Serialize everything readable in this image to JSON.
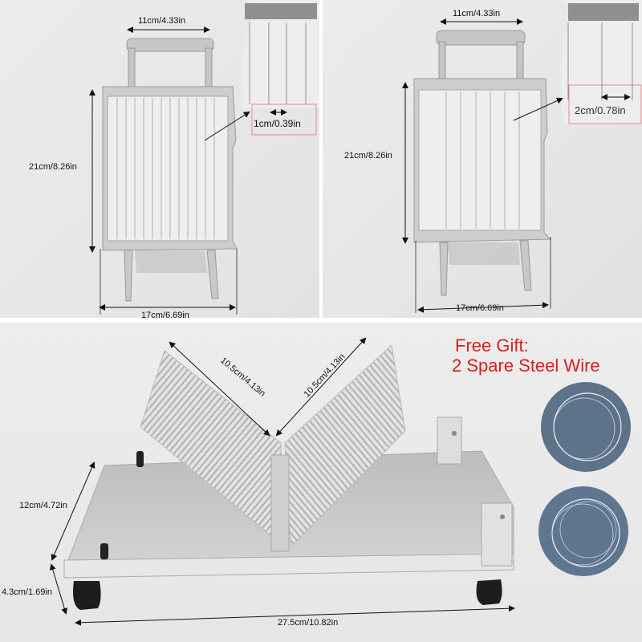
{
  "panels": [
    {
      "name": "slicer-1cm",
      "labels": {
        "top_width": "11cm/4.33in",
        "height": "21cm/8.26in",
        "bottom_width": "17cm/6.69in",
        "wire_spacing": "1cm/0.39in"
      }
    },
    {
      "name": "slicer-2cm",
      "labels": {
        "top_width": "11cm/4.33in",
        "height": "21cm/8.26in",
        "bottom_width": "17cm/6.69in",
        "wire_spacing": "2cm/0.78in"
      }
    },
    {
      "name": "slicer-base-v-blade",
      "labels": {
        "blade_left": "10.5cm/4.13in",
        "blade_right": "10.5cm/4.13in",
        "depth": "12cm/4.72in",
        "height": "4.3cm/1.69in",
        "length": "27.5cm/10.82in"
      },
      "gift": {
        "line1": "Free Gift:",
        "line2": "2 Spare Steel Wire"
      }
    }
  ],
  "colors": {
    "gift_text": "#e01b1b",
    "metal": "#c9c9c9",
    "wire_disc": "#5d7389",
    "callout_box": "#e88a8a"
  }
}
